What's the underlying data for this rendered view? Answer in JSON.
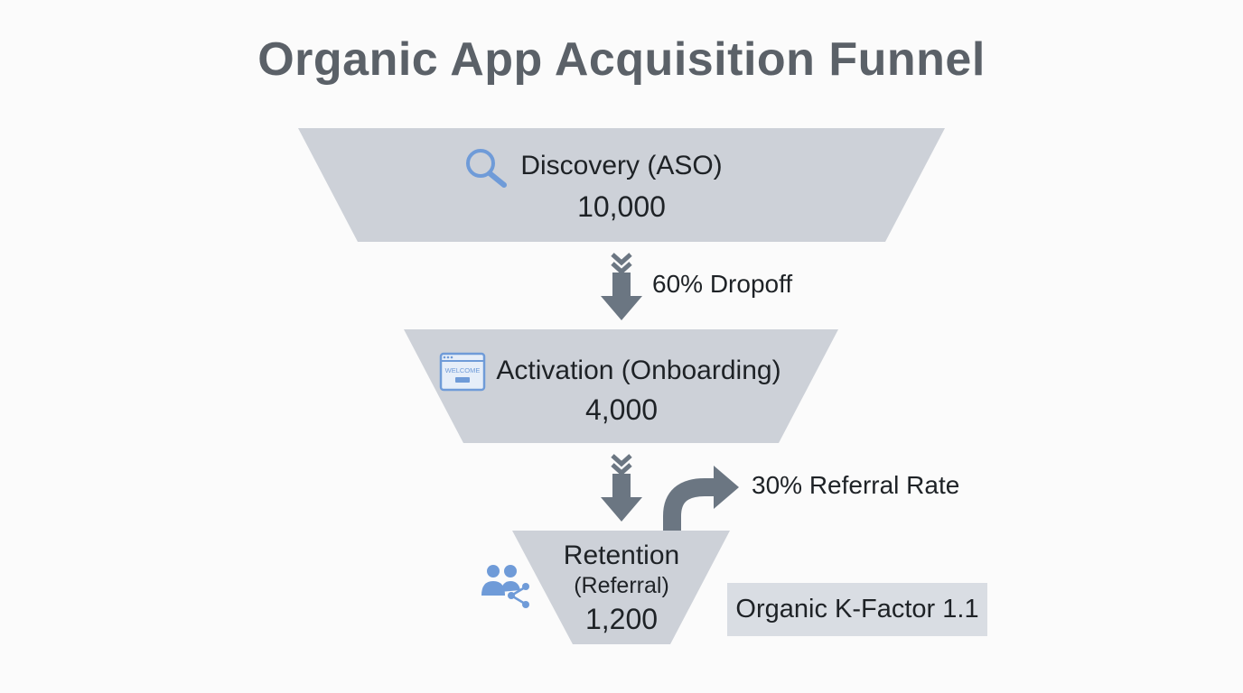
{
  "title": "Organic App Acquisition Funnel",
  "stages": [
    {
      "label": "Discovery (ASO)",
      "value": "10,000",
      "icon": "search-icon"
    },
    {
      "label": "Activation (Onboarding)",
      "value": "4,000",
      "icon": "welcome-window-icon",
      "icon_text": "WELCOME"
    },
    {
      "label": "Retention",
      "sublabel": "(Referral)",
      "value": "1,200",
      "icon": "users-share-icon"
    }
  ],
  "transitions": [
    {
      "label": "60% Dropoff"
    }
  ],
  "referral": {
    "label": "30% Referral Rate"
  },
  "kfactor": {
    "label": "Organic K-Factor 1.1"
  },
  "colors": {
    "funnel_fill": "#cdd1d8",
    "arrow": "#6b7682",
    "icon": "#6f9bd8",
    "title": "#5b6168",
    "box": "#d9dde3"
  }
}
